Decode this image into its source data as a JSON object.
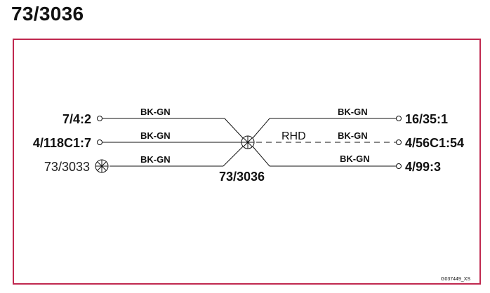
{
  "page_title": "73/3036",
  "connectors_left": [
    {
      "label": "7/4:2",
      "type": "terminal"
    },
    {
      "label": "4/118C1:7",
      "type": "terminal"
    },
    {
      "label": "73/3033",
      "type": "splice"
    }
  ],
  "connectors_right": [
    {
      "label": "16/35:1",
      "type": "terminal"
    },
    {
      "label": "4/56C1:54",
      "type": "terminal"
    },
    {
      "label": "4/99:3",
      "type": "terminal"
    }
  ],
  "wires_left": [
    "BK-GN",
    "BK-GN",
    "BK-GN"
  ],
  "wires_right": [
    "BK-GN",
    "BK-GN",
    "BK-GN"
  ],
  "splice_label": "73/3036",
  "rhd_label": "RHD",
  "figure_code": "G037449_XS",
  "colors": {
    "frame": "#c0284f",
    "line": "#111111"
  }
}
